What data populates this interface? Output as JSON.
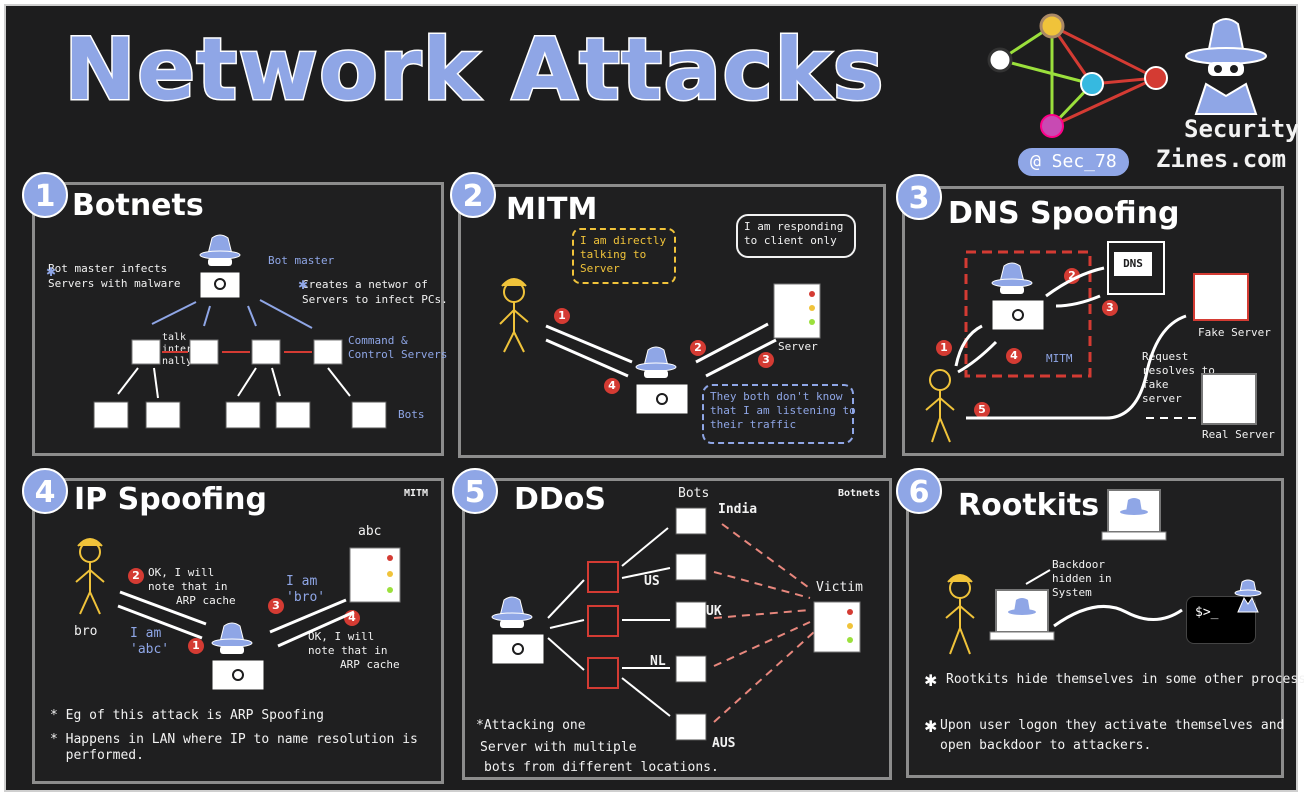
{
  "title": "Network Attacks",
  "handle": "@ Sec_78",
  "brand": {
    "line1": "Security",
    "line2": "Zines.com"
  },
  "colors": {
    "accent": "#8fa6e6",
    "red": "#d43b33",
    "yellow": "#f0c33a",
    "bg": "#1d1d1e"
  },
  "panels": [
    {
      "number": "1",
      "title": "Botnets",
      "notes": [
        "Bot master infects",
        "Servers with malware"
      ],
      "bot_master": "Bot master",
      "creates": [
        "Creates a networ of",
        "Servers to infect PCs."
      ],
      "talk": [
        "talk",
        "inter-",
        "nally"
      ],
      "command": [
        "Command &",
        "Control Servers"
      ],
      "bots": "Bots"
    },
    {
      "number": "2",
      "title": "MITM",
      "yellow_bubble": [
        "I am directly",
        "talking to",
        "Server"
      ],
      "white_bubble": [
        "I am responding",
        "to client only"
      ],
      "server": "Server",
      "blue_bubble": [
        "They both don't know",
        "that I am listening to",
        "their traffic"
      ],
      "steps": [
        "1",
        "2",
        "3",
        "4"
      ]
    },
    {
      "number": "3",
      "title": "DNS Spoofing",
      "dns": "DNS",
      "fake_server": "Fake Server",
      "real_server": "Real Server",
      "mitm": "MITM",
      "request": [
        "Request",
        "resolves to",
        "fake",
        "server"
      ],
      "steps": [
        "1",
        "2",
        "3",
        "4",
        "5"
      ]
    },
    {
      "number": "4",
      "title": "IP Spoofing",
      "tag": "MITM",
      "abc": "abc",
      "bro": "bro",
      "msg_top": [
        "OK, I will",
        "note that in",
        "ARP cache"
      ],
      "i_am_bro": [
        "I am",
        "'bro'"
      ],
      "i_am_abc": [
        "I am",
        "'abc'"
      ],
      "msg_bottom": [
        "OK, I will",
        "note that in",
        "ARP cache"
      ],
      "notes": [
        "* Eg of this attack is ARP Spoofing",
        "* Happens in LAN where IP to name resolution is",
        "  performed."
      ],
      "steps": [
        "1",
        "2",
        "3",
        "4"
      ]
    },
    {
      "number": "5",
      "title": "DDoS",
      "tag": "Botnets",
      "bots": "Bots",
      "locations": [
        "India",
        "US",
        "UK",
        "NL",
        "AUS"
      ],
      "victim": "Victim",
      "notes": [
        "*Attacking one",
        "Server with multiple",
        "bots from different locations."
      ]
    },
    {
      "number": "6",
      "title": "Rootkits",
      "backdoor": [
        "Backdoor",
        "hidden in",
        "System"
      ],
      "prompt": "$>_",
      "notes": [
        "Rootkits hide themselves in some other process.",
        "Upon user logon they activate themselves and",
        "open backdoor to attackers."
      ]
    }
  ]
}
